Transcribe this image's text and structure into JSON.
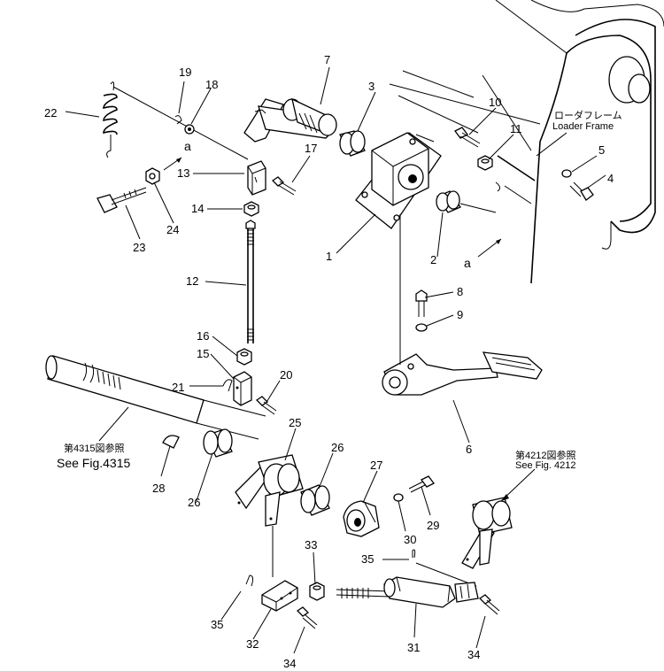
{
  "callouts": {
    "c1": "1",
    "c2": "2",
    "c3": "3",
    "c4": "4",
    "c5": "5",
    "c6": "6",
    "c7": "7",
    "c8": "8",
    "c9": "9",
    "c10": "10",
    "c11": "11",
    "c12": "12",
    "c13": "13",
    "c14": "14",
    "c15": "15",
    "c16": "16",
    "c17": "17",
    "c18": "18",
    "c19": "19",
    "c20": "20",
    "c21": "21",
    "c22": "22",
    "c23": "23",
    "c24": "24",
    "c25": "25",
    "c26a": "26",
    "c26b": "26",
    "c27": "27",
    "c28": "28",
    "c29": "29",
    "c30": "30",
    "c31": "31",
    "c32": "32",
    "c33": "33",
    "c34a": "34",
    "c34b": "34",
    "c35a": "35",
    "c35b": "35"
  },
  "markers": {
    "a1": "a",
    "a2": "a"
  },
  "references": {
    "loader_frame_jp": "ローダフレーム",
    "loader_frame_en": "Loader Frame",
    "fig4315_jp": "第4315図参照",
    "fig4315_en": "See Fig.4315",
    "fig4212_jp": "第4212図参照",
    "fig4212_en": "See Fig. 4212"
  }
}
